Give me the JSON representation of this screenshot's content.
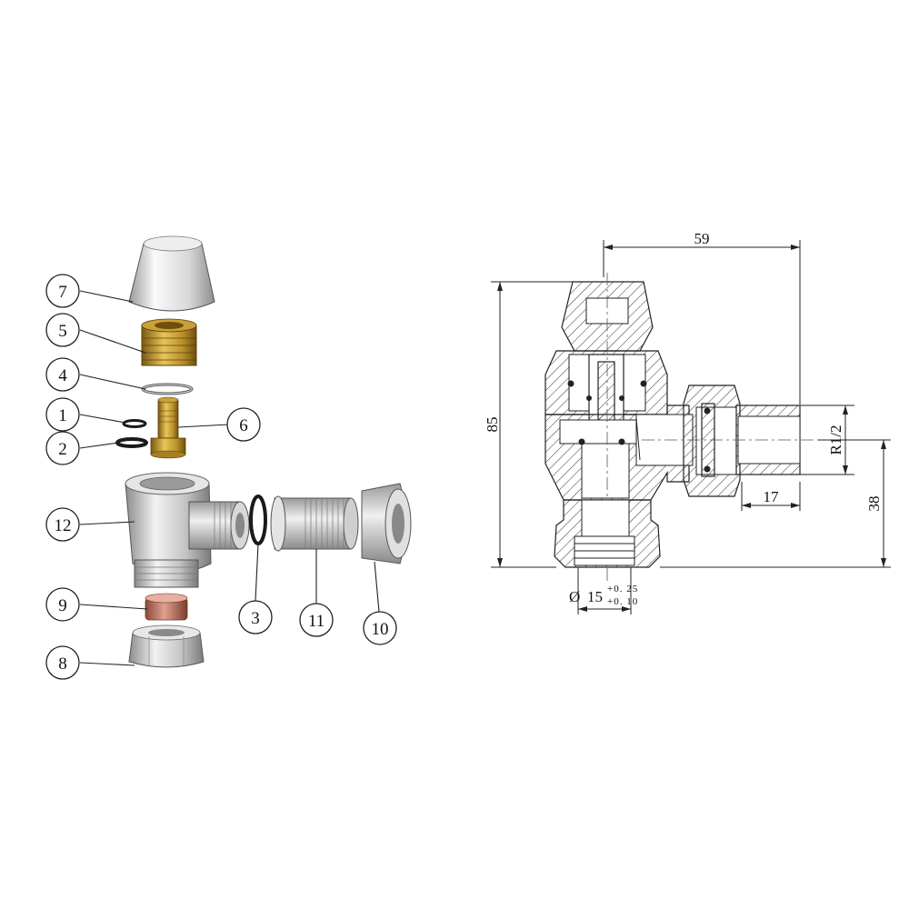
{
  "exploded_view": {
    "callouts": [
      {
        "number": "7"
      },
      {
        "number": "5"
      },
      {
        "number": "4"
      },
      {
        "number": "1"
      },
      {
        "number": "2"
      },
      {
        "number": "6"
      },
      {
        "number": "12"
      },
      {
        "number": "9"
      },
      {
        "number": "8"
      },
      {
        "number": "3"
      },
      {
        "number": "11"
      },
      {
        "number": "10"
      }
    ]
  },
  "section_view": {
    "dimensions": {
      "width_top": "59",
      "height_total": "85",
      "thread": "R1/2",
      "outlet_length": "17",
      "outlet_height": "38",
      "bore_symbol": "Ø",
      "bore": "15",
      "bore_tol_upper": "+0. 25",
      "bore_tol_lower": "+0. 10"
    }
  },
  "colors": {
    "chrome": "#c8c8c8",
    "brass": "#b8902a",
    "copper": "#b06a52",
    "rubber": "#1a1a1a"
  }
}
